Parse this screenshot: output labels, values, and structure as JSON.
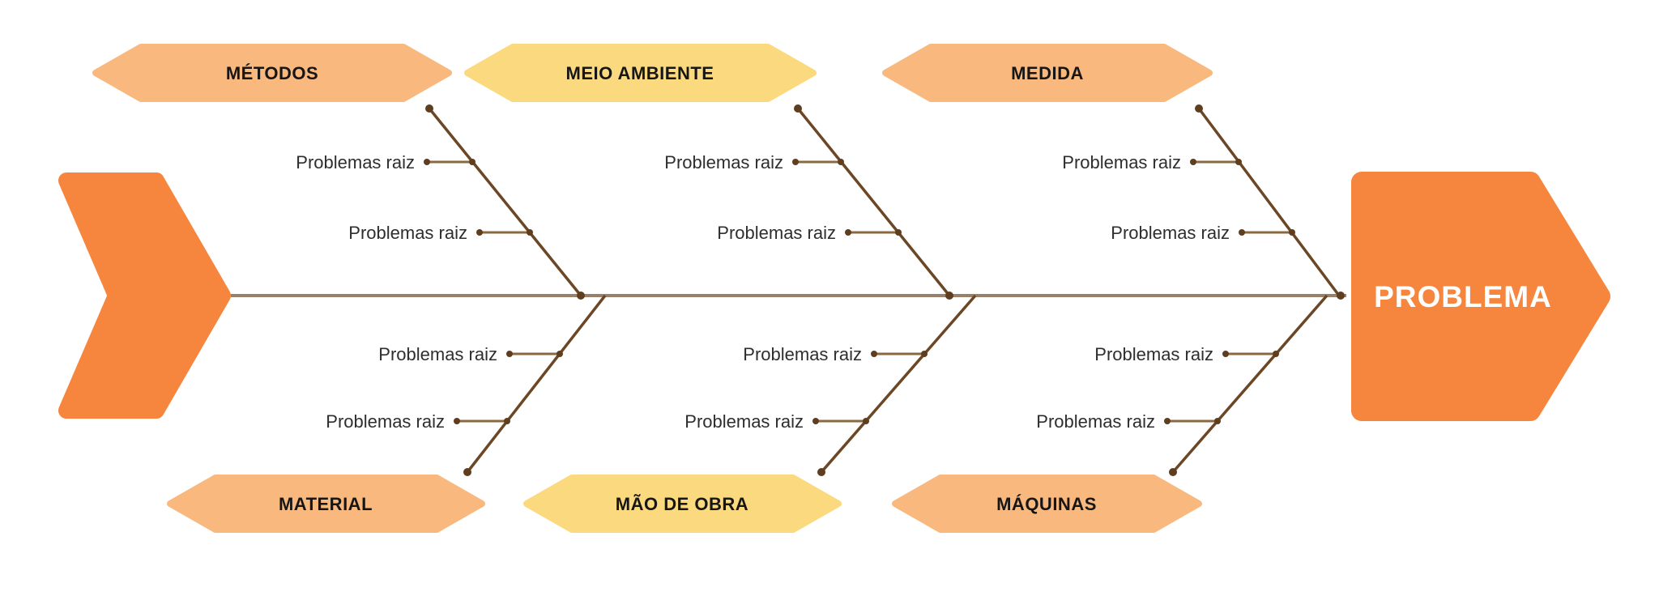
{
  "colors": {
    "head": "#F6863E",
    "category_orange": "#F9B87E",
    "category_yellow": "#FBD97E",
    "spine": "#98806A",
    "bone": "#6B4726",
    "connector": "#8A6840",
    "dot": "#5F3D1F",
    "category_text": "#161616",
    "cause_text": "#2E2E2E",
    "problem_text": "#FFFFFF"
  },
  "diagram_type": "fishbone",
  "problem": {
    "label": "PROBLEMA"
  },
  "cause_placeholder": "Problemas raiz",
  "categories": [
    {
      "label": "MÉTODOS",
      "position": "top",
      "color": "orange",
      "causes": [
        "Problemas raiz",
        "Problemas raiz"
      ]
    },
    {
      "label": "MEIO AMBIENTE",
      "position": "top",
      "color": "yellow",
      "causes": [
        "Problemas raiz",
        "Problemas raiz"
      ]
    },
    {
      "label": "MEDIDA",
      "position": "top",
      "color": "orange",
      "causes": [
        "Problemas raiz",
        "Problemas raiz"
      ]
    },
    {
      "label": "MATERIAL",
      "position": "bottom",
      "color": "orange",
      "causes": [
        "Problemas raiz",
        "Problemas raiz"
      ]
    },
    {
      "label": "MÃO DE OBRA",
      "position": "bottom",
      "color": "yellow",
      "causes": [
        "Problemas raiz",
        "Problemas raiz"
      ]
    },
    {
      "label": "MÁQUINAS",
      "position": "bottom",
      "color": "orange",
      "causes": [
        "Problemas raiz",
        "Problemas raiz"
      ]
    }
  ]
}
